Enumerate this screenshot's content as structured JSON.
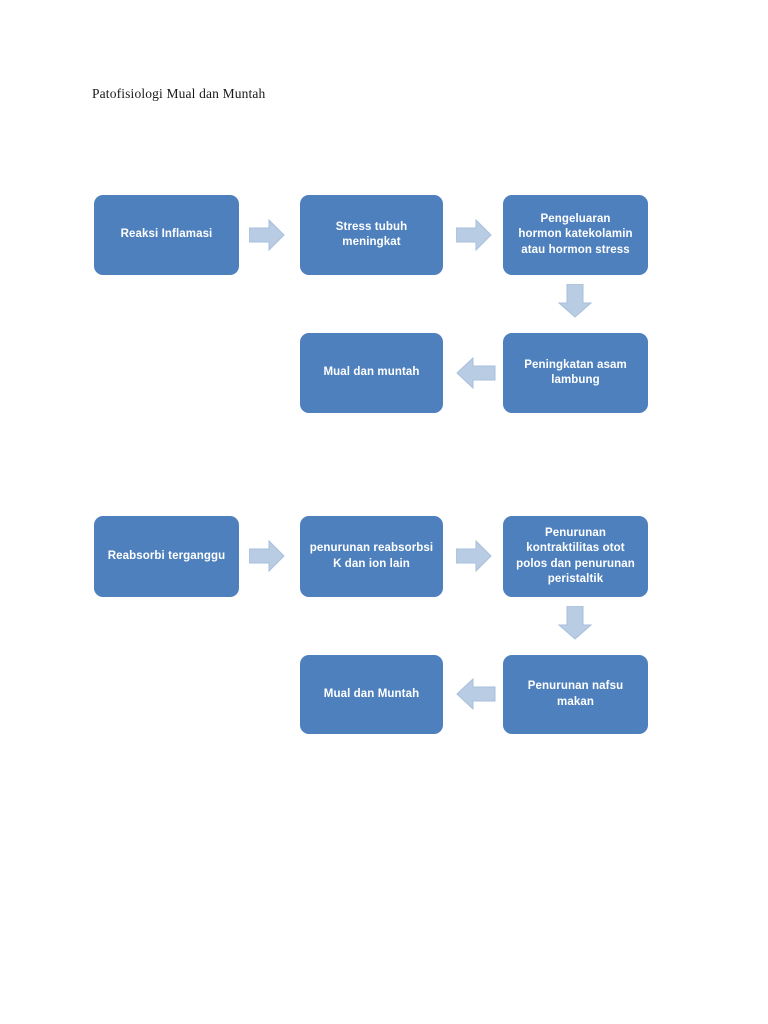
{
  "document": {
    "title": "Patofisiologi Mual dan Muntah",
    "page_background": "#ffffff"
  },
  "theme": {
    "node_fill": "#4e80bd",
    "node_text": "#ffffff",
    "arrow_fill": "#b8cce4",
    "arrow_stroke": "#a8bfdc",
    "title_text": "#1a1a1a"
  },
  "diagrams": [
    {
      "id": "diagram-nausea-vomiting-inflammation",
      "nodes": [
        {
          "id": "node-reaksi-inflamasi",
          "label": "Reaksi Inflamasi"
        },
        {
          "id": "node-stress-tubuh-meningkat",
          "label": "Stress tubuh\nmeningkat"
        },
        {
          "id": "node-pengeluaran-hormon",
          "label": "Pengeluaran\nhormon katekolamin\natau hormon stress"
        },
        {
          "id": "node-peningkatan-asam-lambung",
          "label": "Peningkatan asam\nlambung"
        },
        {
          "id": "node-mual-dan-muntah-1",
          "label": "Mual dan muntah"
        }
      ],
      "arrows": [
        {
          "id": "arrow-inflamasi-to-stress",
          "direction": "right"
        },
        {
          "id": "arrow-stress-to-hormon",
          "direction": "right"
        },
        {
          "id": "arrow-hormon-to-asam-lambung",
          "direction": "down"
        },
        {
          "id": "arrow-asam-lambung-to-mual",
          "direction": "left"
        }
      ]
    },
    {
      "id": "diagram-nausea-vomiting-reabsorption",
      "nodes": [
        {
          "id": "node-reabsorbi-terganggu",
          "label": "Reabsorbi terganggu"
        },
        {
          "id": "node-penurunan-reabsorbsi",
          "label": "penurunan reabsorbsi\nK dan ion lain"
        },
        {
          "id": "node-penurunan-kontraktilitas",
          "label": "Penurunan\nkontraktilitas otot\npolos dan penurunan\nperistaltik"
        },
        {
          "id": "node-penurunan-nafsu-makan",
          "label": "Penurunan nafsu\nmakan"
        },
        {
          "id": "node-mual-dan-muntah-2",
          "label": "Mual dan Muntah"
        }
      ],
      "arrows": [
        {
          "id": "arrow-reabsorbi-to-penurunan",
          "direction": "right"
        },
        {
          "id": "arrow-penurunan-to-kontraktilitas",
          "direction": "right"
        },
        {
          "id": "arrow-kontraktilitas-to-nafsu",
          "direction": "down"
        },
        {
          "id": "arrow-nafsu-to-mual",
          "direction": "left"
        }
      ]
    }
  ]
}
